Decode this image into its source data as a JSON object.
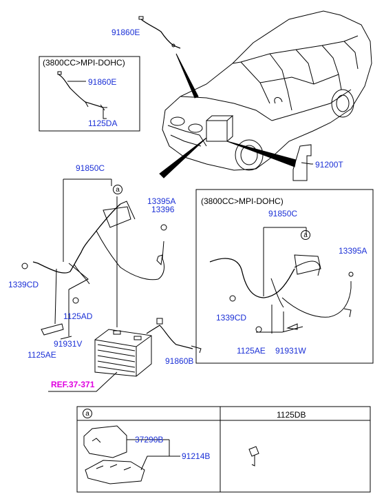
{
  "labels": {
    "p91860E_top": "91860E",
    "inset1_title": "(3800CC>MPI-DOHC)",
    "inset1_91860E": "91860E",
    "inset1_1125DA": "1125DA",
    "p91850C": "91850C",
    "circle_a": "a",
    "p13395A": "13395A",
    "p13396": "13396",
    "p1339CD": "1339CD",
    "p1125AD": "1125AD",
    "p91931V": "91931V",
    "p1125AE": "1125AE",
    "p91860B": "91860B",
    "ref": "REF.37-371",
    "p91200T": "91200T",
    "inset2_title": "(3800CC>MPI-DOHC)",
    "inset2_91850C": "91850C",
    "inset2_a": "a",
    "inset2_13395A": "13395A",
    "inset2_1339CD": "1339CD",
    "inset2_1125AE": "1125AE",
    "inset2_91931W": "91931W"
  },
  "table": {
    "col1_header": "a",
    "col2_header": "1125DB",
    "p37290B": "37290B",
    "p91214B": "91214B"
  },
  "colors": {
    "label": "#1a2fd6",
    "ref": "#e000e0",
    "line": "#000000"
  }
}
